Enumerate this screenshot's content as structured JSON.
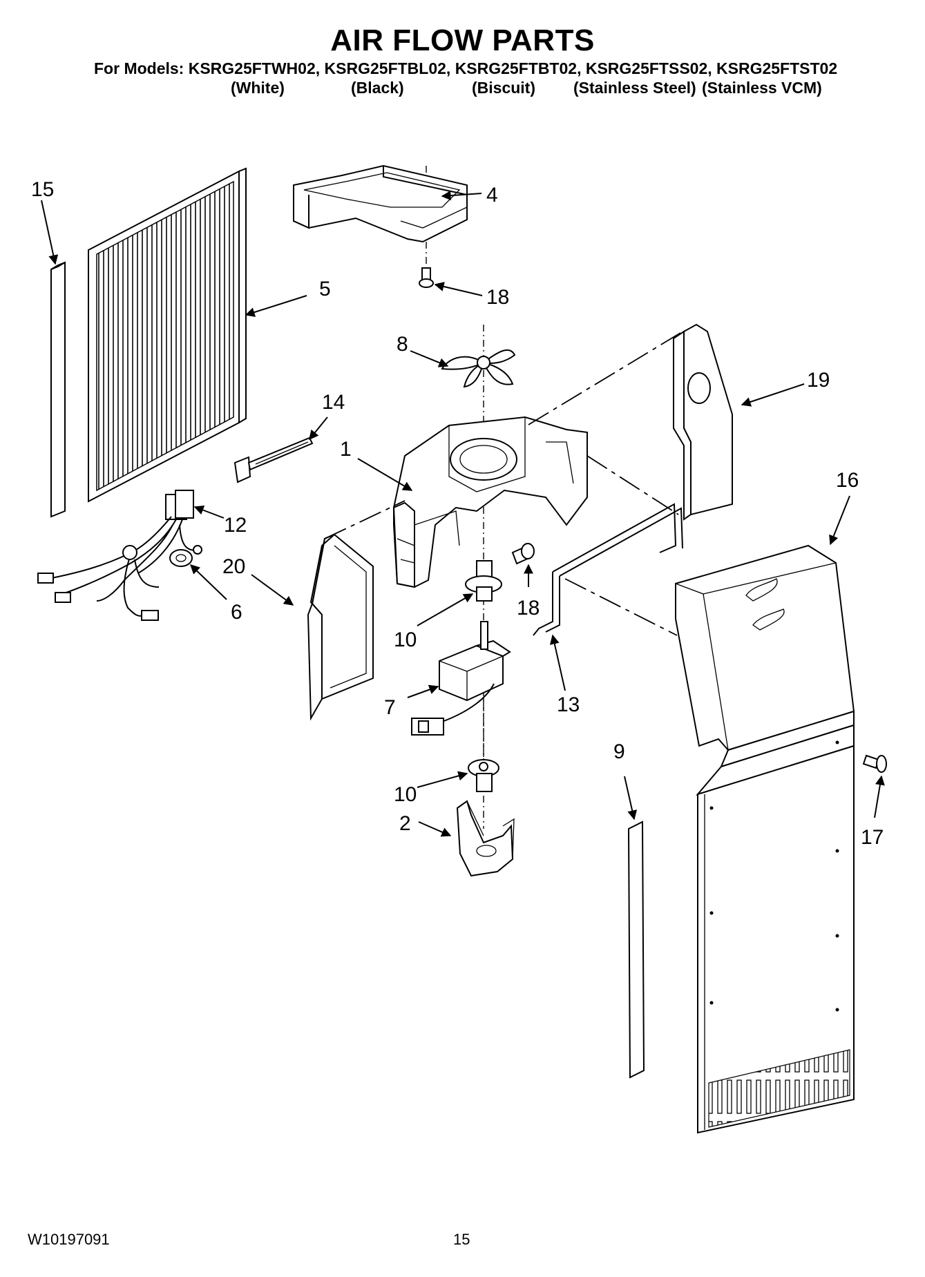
{
  "header": {
    "title": "AIR FLOW PARTS",
    "models_line": "For Models: KSRG25FTWH02, KSRG25FTBL02, KSRG25FTBT02, KSRG25FTSS02, KSRG25FTST02",
    "colors": [
      "(White)",
      "(Black)",
      "(Biscuit)",
      "(Stainless Steel)",
      "(Stainless VCM)"
    ]
  },
  "callouts": [
    "15",
    "4",
    "18",
    "5",
    "8",
    "19",
    "14",
    "1",
    "16",
    "12",
    "20",
    "6",
    "18",
    "10",
    "13",
    "7",
    "9",
    "10",
    "17",
    "2"
  ],
  "footer": {
    "document_number": "W10197091",
    "page_number": "15"
  }
}
